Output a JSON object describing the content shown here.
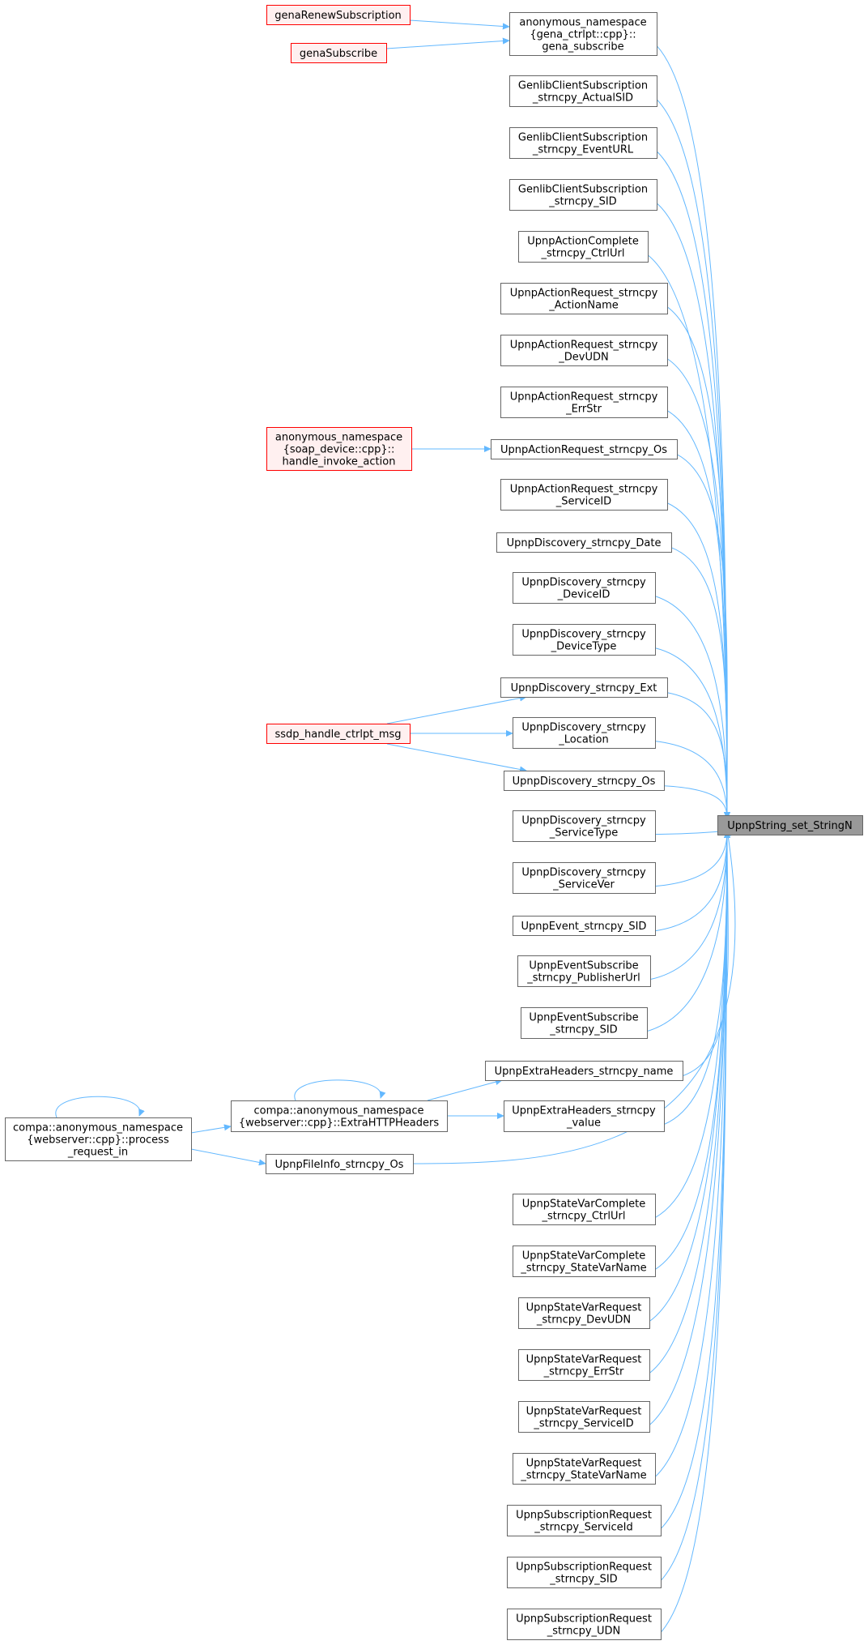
{
  "graph": {
    "colors": {
      "edge": "#63b8ff",
      "node_border": "#666666",
      "node_fill": "#ffffff",
      "highlight_border": "#ff0000",
      "highlight_fill": "#fff0f0",
      "target_fill": "#999999",
      "target_border": "#666666"
    },
    "target": {
      "id": "target",
      "lines": [
        "UpnpString_set_StringN"
      ]
    },
    "nodes": [
      {
        "id": "n_gena_subscribe",
        "lines": [
          "anonymous_namespace",
          "{gena_ctrlpt::cpp}::",
          "gena_subscribe"
        ]
      },
      {
        "id": "n_gcs_actualsid",
        "lines": [
          "GenlibClientSubscription",
          "_strncpy_ActualSID"
        ]
      },
      {
        "id": "n_gcs_eventurl",
        "lines": [
          "GenlibClientSubscription",
          "_strncpy_EventURL"
        ]
      },
      {
        "id": "n_gcs_sid",
        "lines": [
          "GenlibClientSubscription",
          "_strncpy_SID"
        ]
      },
      {
        "id": "n_ac_ctrlurl",
        "lines": [
          "UpnpActionComplete",
          "_strncpy_CtrlUrl"
        ]
      },
      {
        "id": "n_ar_actionname",
        "lines": [
          "UpnpActionRequest_strncpy",
          "_ActionName"
        ]
      },
      {
        "id": "n_ar_devudn",
        "lines": [
          "UpnpActionRequest_strncpy",
          "_DevUDN"
        ]
      },
      {
        "id": "n_ar_errstr",
        "lines": [
          "UpnpActionRequest_strncpy",
          "_ErrStr"
        ]
      },
      {
        "id": "n_ar_os",
        "lines": [
          "UpnpActionRequest_strncpy_Os"
        ]
      },
      {
        "id": "n_ar_serviceid",
        "lines": [
          "UpnpActionRequest_strncpy",
          "_ServiceID"
        ]
      },
      {
        "id": "n_d_date",
        "lines": [
          "UpnpDiscovery_strncpy_Date"
        ]
      },
      {
        "id": "n_d_deviceid",
        "lines": [
          "UpnpDiscovery_strncpy",
          "_DeviceID"
        ]
      },
      {
        "id": "n_d_devicetype",
        "lines": [
          "UpnpDiscovery_strncpy",
          "_DeviceType"
        ]
      },
      {
        "id": "n_d_ext",
        "lines": [
          "UpnpDiscovery_strncpy_Ext"
        ]
      },
      {
        "id": "n_d_location",
        "lines": [
          "UpnpDiscovery_strncpy",
          "_Location"
        ]
      },
      {
        "id": "n_d_os",
        "lines": [
          "UpnpDiscovery_strncpy_Os"
        ]
      },
      {
        "id": "n_d_servicetype",
        "lines": [
          "UpnpDiscovery_strncpy",
          "_ServiceType"
        ]
      },
      {
        "id": "n_d_servicever",
        "lines": [
          "UpnpDiscovery_strncpy",
          "_ServiceVer"
        ]
      },
      {
        "id": "n_e_sid",
        "lines": [
          "UpnpEvent_strncpy_SID"
        ]
      },
      {
        "id": "n_es_publisherurl",
        "lines": [
          "UpnpEventSubscribe",
          "_strncpy_PublisherUrl"
        ]
      },
      {
        "id": "n_es_sid",
        "lines": [
          "UpnpEventSubscribe",
          "_strncpy_SID"
        ]
      },
      {
        "id": "n_eh_name",
        "lines": [
          "UpnpExtraHeaders_strncpy_name"
        ]
      },
      {
        "id": "n_eh_value",
        "lines": [
          "UpnpExtraHeaders_strncpy",
          "_value"
        ]
      },
      {
        "id": "n_fi_os",
        "lines": [
          "UpnpFileInfo_strncpy_Os"
        ]
      },
      {
        "id": "n_svc_ctrlurl",
        "lines": [
          "UpnpStateVarComplete",
          "_strncpy_CtrlUrl"
        ]
      },
      {
        "id": "n_svc_statevarname",
        "lines": [
          "UpnpStateVarComplete",
          "_strncpy_StateVarName"
        ]
      },
      {
        "id": "n_svr_devudn",
        "lines": [
          "UpnpStateVarRequest",
          "_strncpy_DevUDN"
        ]
      },
      {
        "id": "n_svr_errstr",
        "lines": [
          "UpnpStateVarRequest",
          "_strncpy_ErrStr"
        ]
      },
      {
        "id": "n_svr_serviceid",
        "lines": [
          "UpnpStateVarRequest",
          "_strncpy_ServiceID"
        ]
      },
      {
        "id": "n_svr_statevarname",
        "lines": [
          "UpnpStateVarRequest",
          "_strncpy_StateVarName"
        ]
      },
      {
        "id": "n_sr_serviceid",
        "lines": [
          "UpnpSubscriptionRequest",
          "_strncpy_ServiceId"
        ]
      },
      {
        "id": "n_sr_sid",
        "lines": [
          "UpnpSubscriptionRequest",
          "_strncpy_SID"
        ]
      },
      {
        "id": "n_sr_udn",
        "lines": [
          "UpnpSubscriptionRequest",
          "_strncpy_UDN"
        ]
      },
      {
        "id": "n_gena_renew",
        "lines": [
          "genaRenewSubscription"
        ],
        "highlight": true
      },
      {
        "id": "n_gena_subscribe_caller",
        "lines": [
          "genaSubscribe"
        ],
        "highlight": true
      },
      {
        "id": "n_handle_invoke",
        "lines": [
          "anonymous_namespace",
          "{soap_device::cpp}::",
          "handle_invoke_action"
        ],
        "highlight": true
      },
      {
        "id": "n_ssdp_handle",
        "lines": [
          "ssdp_handle_ctrlpt_msg"
        ],
        "highlight": true
      },
      {
        "id": "n_extra_http_headers",
        "lines": [
          "compa::anonymous_namespace",
          "{webserver::cpp}::ExtraHTTPHeaders"
        ]
      },
      {
        "id": "n_process_request_in",
        "lines": [
          "compa::anonymous_namespace",
          "{webserver::cpp}::process",
          "_request_in"
        ]
      }
    ],
    "edges": [
      {
        "from": "n_gena_renew",
        "to": "n_gena_subscribe"
      },
      {
        "from": "n_gena_subscribe_caller",
        "to": "n_gena_subscribe"
      },
      {
        "from": "n_handle_invoke",
        "to": "n_ar_os"
      },
      {
        "from": "n_ssdp_handle",
        "to": "n_d_ext"
      },
      {
        "from": "n_ssdp_handle",
        "to": "n_d_location"
      },
      {
        "from": "n_ssdp_handle",
        "to": "n_d_os"
      },
      {
        "from": "n_extra_http_headers",
        "to": "n_eh_name"
      },
      {
        "from": "n_extra_http_headers",
        "to": "n_eh_value"
      },
      {
        "from": "n_extra_http_headers",
        "to": "n_extra_http_headers"
      },
      {
        "from": "n_process_request_in",
        "to": "n_extra_http_headers"
      },
      {
        "from": "n_process_request_in",
        "to": "n_fi_os"
      },
      {
        "from": "n_process_request_in",
        "to": "n_process_request_in"
      }
    ]
  }
}
